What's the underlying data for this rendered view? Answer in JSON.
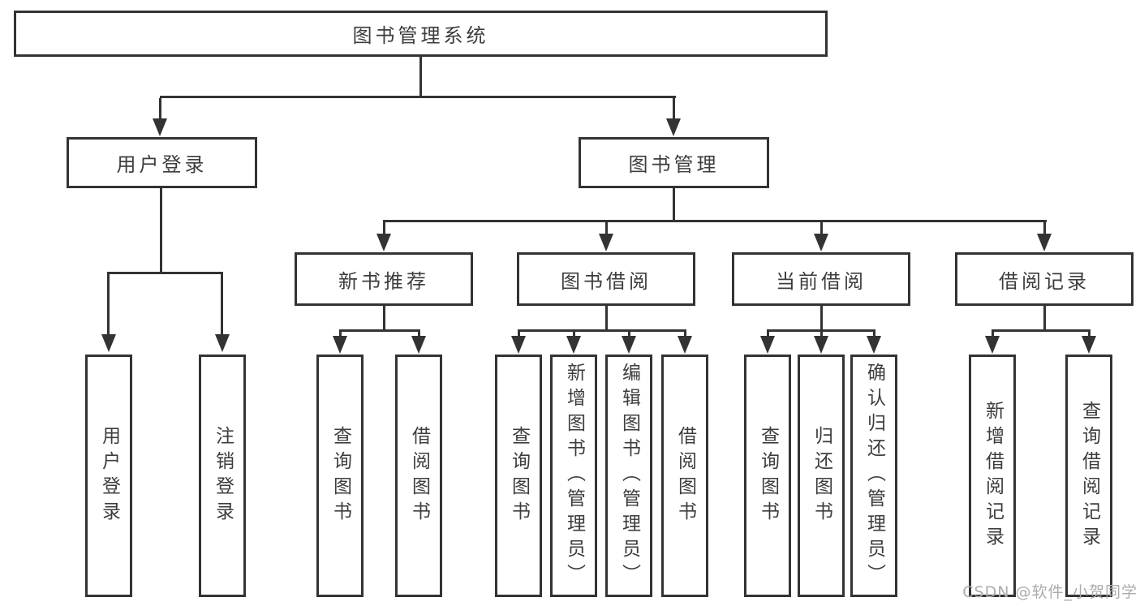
{
  "diagram": {
    "title_node": "图书管理系统",
    "level2": {
      "user_login": "用户登录",
      "book_mgmt": "图书管理"
    },
    "level3": {
      "new_books": "新书推荐",
      "book_borrow": "图书借阅",
      "current_borrow": "当前借阅",
      "borrow_records": "借阅记录"
    },
    "leaves": {
      "user_login": "用户登录",
      "logout": "注销登录",
      "nb_query": "查询图书",
      "nb_borrow": "借阅图书",
      "bb_query": "查询图书",
      "bb_add": "新增图书（管理员）",
      "bb_edit": "编辑图书（管理员）",
      "bb_borrow": "借阅图书",
      "cb_query": "查询图书",
      "cb_return": "归还图书",
      "cb_confirm": "确认归还（管理员）",
      "br_add": "新增借阅记录",
      "br_query": "查询借阅记录"
    }
  },
  "watermark": "CSDN @软件_小贺同学",
  "colors": {
    "line": "#333333",
    "text": "#3d3d3d",
    "watermark": "#ababab",
    "background": "#ffffff"
  }
}
